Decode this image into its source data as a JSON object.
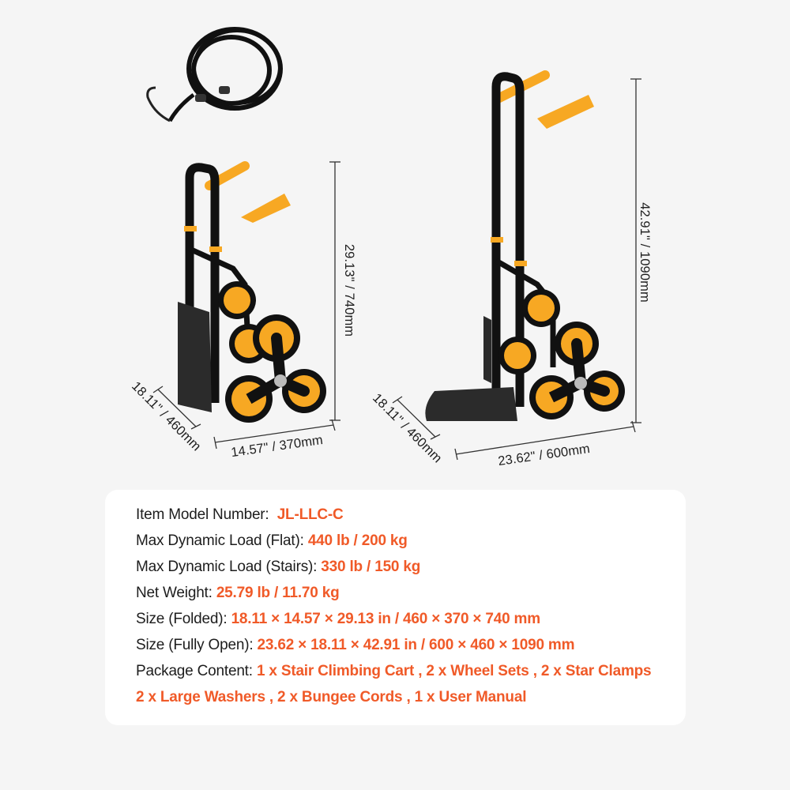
{
  "accent_color": "#f05a28",
  "images": {
    "bungee_cord": {
      "icon": "bungee-cord-icon"
    },
    "cart_folded": {
      "icon": "stair-cart-folded-icon"
    },
    "cart_open": {
      "icon": "stair-cart-open-icon"
    }
  },
  "dimensions": {
    "folded": {
      "height": "29.13\" / 740mm",
      "width": "14.57\" / 370mm",
      "depth": "18.11\" / 460mm"
    },
    "open": {
      "height": "42.91\" / 1090mm",
      "width": "23.62\" / 600mm",
      "depth": "18.11\" / 460mm"
    }
  },
  "specs": {
    "model": {
      "label": "Item Model Number:",
      "value": "JL-LLC-C"
    },
    "load_flat": {
      "label": "Max Dynamic Load (Flat):",
      "value": "440 lb / 200 kg"
    },
    "load_stairs": {
      "label": "Max Dynamic Load (Stairs):",
      "value": "330 lb / 150 kg"
    },
    "net_weight": {
      "label": "Net Weight:",
      "value": "25.79 lb / 11.70 kg"
    },
    "size_folded": {
      "label": "Size (Folded):",
      "value": "18.11 × 14.57 × 29.13 in / 460 × 370 × 740 mm"
    },
    "size_open": {
      "label": "Size (Fully Open):",
      "value": "23.62 × 18.11 × 42.91 in / 600 × 460 × 1090 mm"
    },
    "package": {
      "label": "Package Content:",
      "value_line1": "1 x Stair Climbing Cart , 2 x Wheel Sets , 2 x Star Clamps",
      "value_line2": "2 x Large Washers , 2 x Bungee Cords , 1 x User Manual"
    }
  }
}
